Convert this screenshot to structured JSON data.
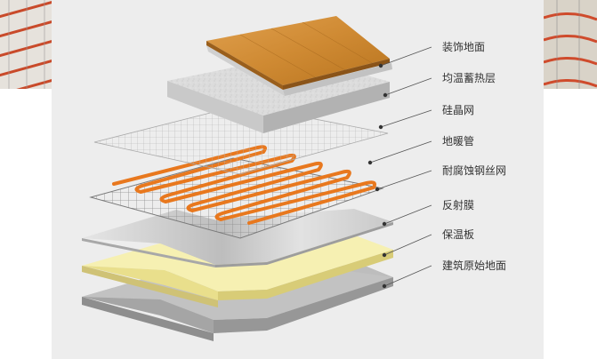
{
  "diagram": {
    "layers": [
      {
        "id": "floor-finish",
        "label": "装饰地面"
      },
      {
        "id": "heat-storage",
        "label": "均温蓄热层"
      },
      {
        "id": "silicon-mesh",
        "label": "硅晶网"
      },
      {
        "id": "heating-pipe",
        "label": "地暖管"
      },
      {
        "id": "steel-mesh",
        "label": "耐腐蚀钢丝网"
      },
      {
        "id": "reflective-film",
        "label": "反射膜"
      },
      {
        "id": "insulation-board",
        "label": "保温板"
      },
      {
        "id": "base-floor",
        "label": "建筑原始地面"
      }
    ]
  },
  "colors": {
    "wood": "#d3903a",
    "wood_dark": "#a86a1f",
    "pipe": "#e8781e",
    "insulation": "#f6f0b2",
    "reflective": "#d4d4d4",
    "concrete": "#bdbdbd",
    "panel_background": "#ebebeb"
  }
}
